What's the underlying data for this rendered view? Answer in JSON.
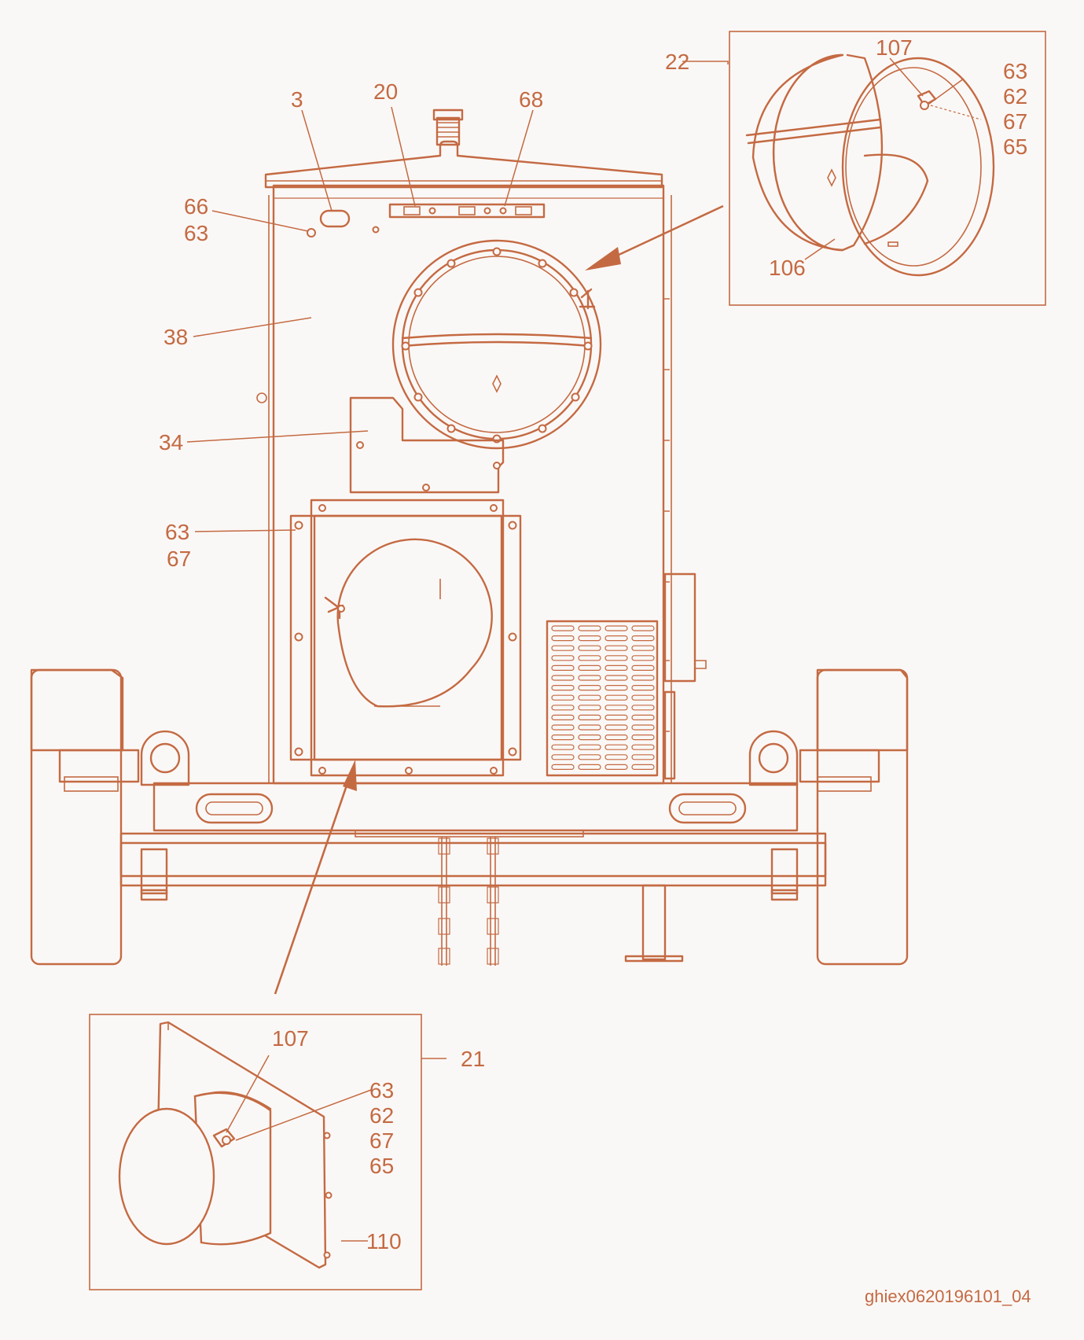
{
  "colors": {
    "line": "#c46a43",
    "background": "#faf8f6"
  },
  "callouts": {
    "c3": "3",
    "c20": "20",
    "c68": "68",
    "c66": "66",
    "c63a": "63",
    "c38": "38",
    "c34": "34",
    "c63b": "63",
    "c67b": "67",
    "c22": "22",
    "c107a": "107",
    "c63c": "63",
    "c62c": "62",
    "c67c": "67",
    "c65c": "65",
    "c106": "106",
    "c21": "21",
    "c107b": "107",
    "c63d": "63",
    "c62d": "62",
    "c67d": "67",
    "c65d": "65",
    "c110": "110"
  },
  "figure_id": "ghiex0620196101_04"
}
